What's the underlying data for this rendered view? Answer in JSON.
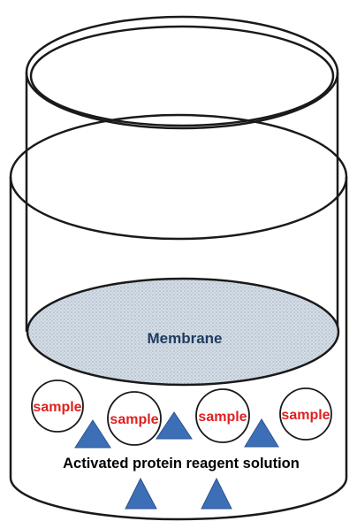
{
  "diagram": {
    "membrane_label": "Membrane",
    "solution_label": "Activated protein reagent solution",
    "samples": [
      {
        "label": "sample"
      },
      {
        "label": "sample"
      },
      {
        "label": "sample"
      },
      {
        "label": "sample"
      }
    ],
    "colors": {
      "outline": "#1a1a1a",
      "membrane_fill": "#d4dde6",
      "membrane_text": "#1f3a5f",
      "sample_text": "#e02020",
      "triangle_fill": "#3d6fb6",
      "triangle_stroke": "#2c5491"
    }
  }
}
